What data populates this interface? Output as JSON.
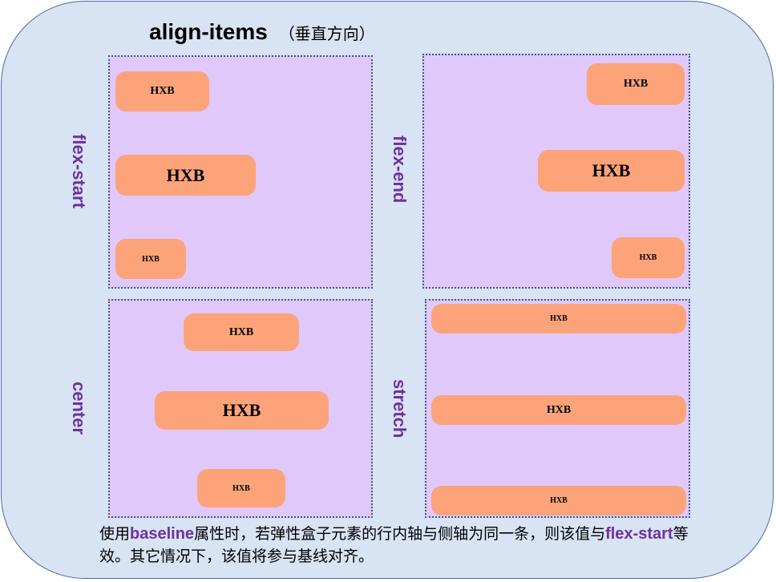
{
  "title": {
    "main": "align-items",
    "sub": "（垂直方向）"
  },
  "panels": {
    "flex_start": {
      "label": "flex-start",
      "items": [
        "HXB",
        "HXB",
        "HXB"
      ]
    },
    "flex_end": {
      "label": "flex-end",
      "items": [
        "HXB",
        "HXB",
        "HXB"
      ]
    },
    "center": {
      "label": "center",
      "items": [
        "HXB",
        "HXB",
        "HXB"
      ]
    },
    "stretch": {
      "label": "stretch",
      "items": [
        "HXB",
        "HXB",
        "HXB"
      ]
    }
  },
  "note": {
    "part1": "使用",
    "kw1": "baseline",
    "part2": "属性时，若弹性盒子元素的行内轴与侧轴为同一条，则该值与",
    "kw2": "flex-start",
    "part3": "等效。其它情况下，该值将参与基线对齐。"
  },
  "colors": {
    "frame_bg": "#d8e3f3",
    "panel_bg": "#e0c8fa",
    "item_bg": "#fca37a",
    "label": "#7030a0"
  }
}
